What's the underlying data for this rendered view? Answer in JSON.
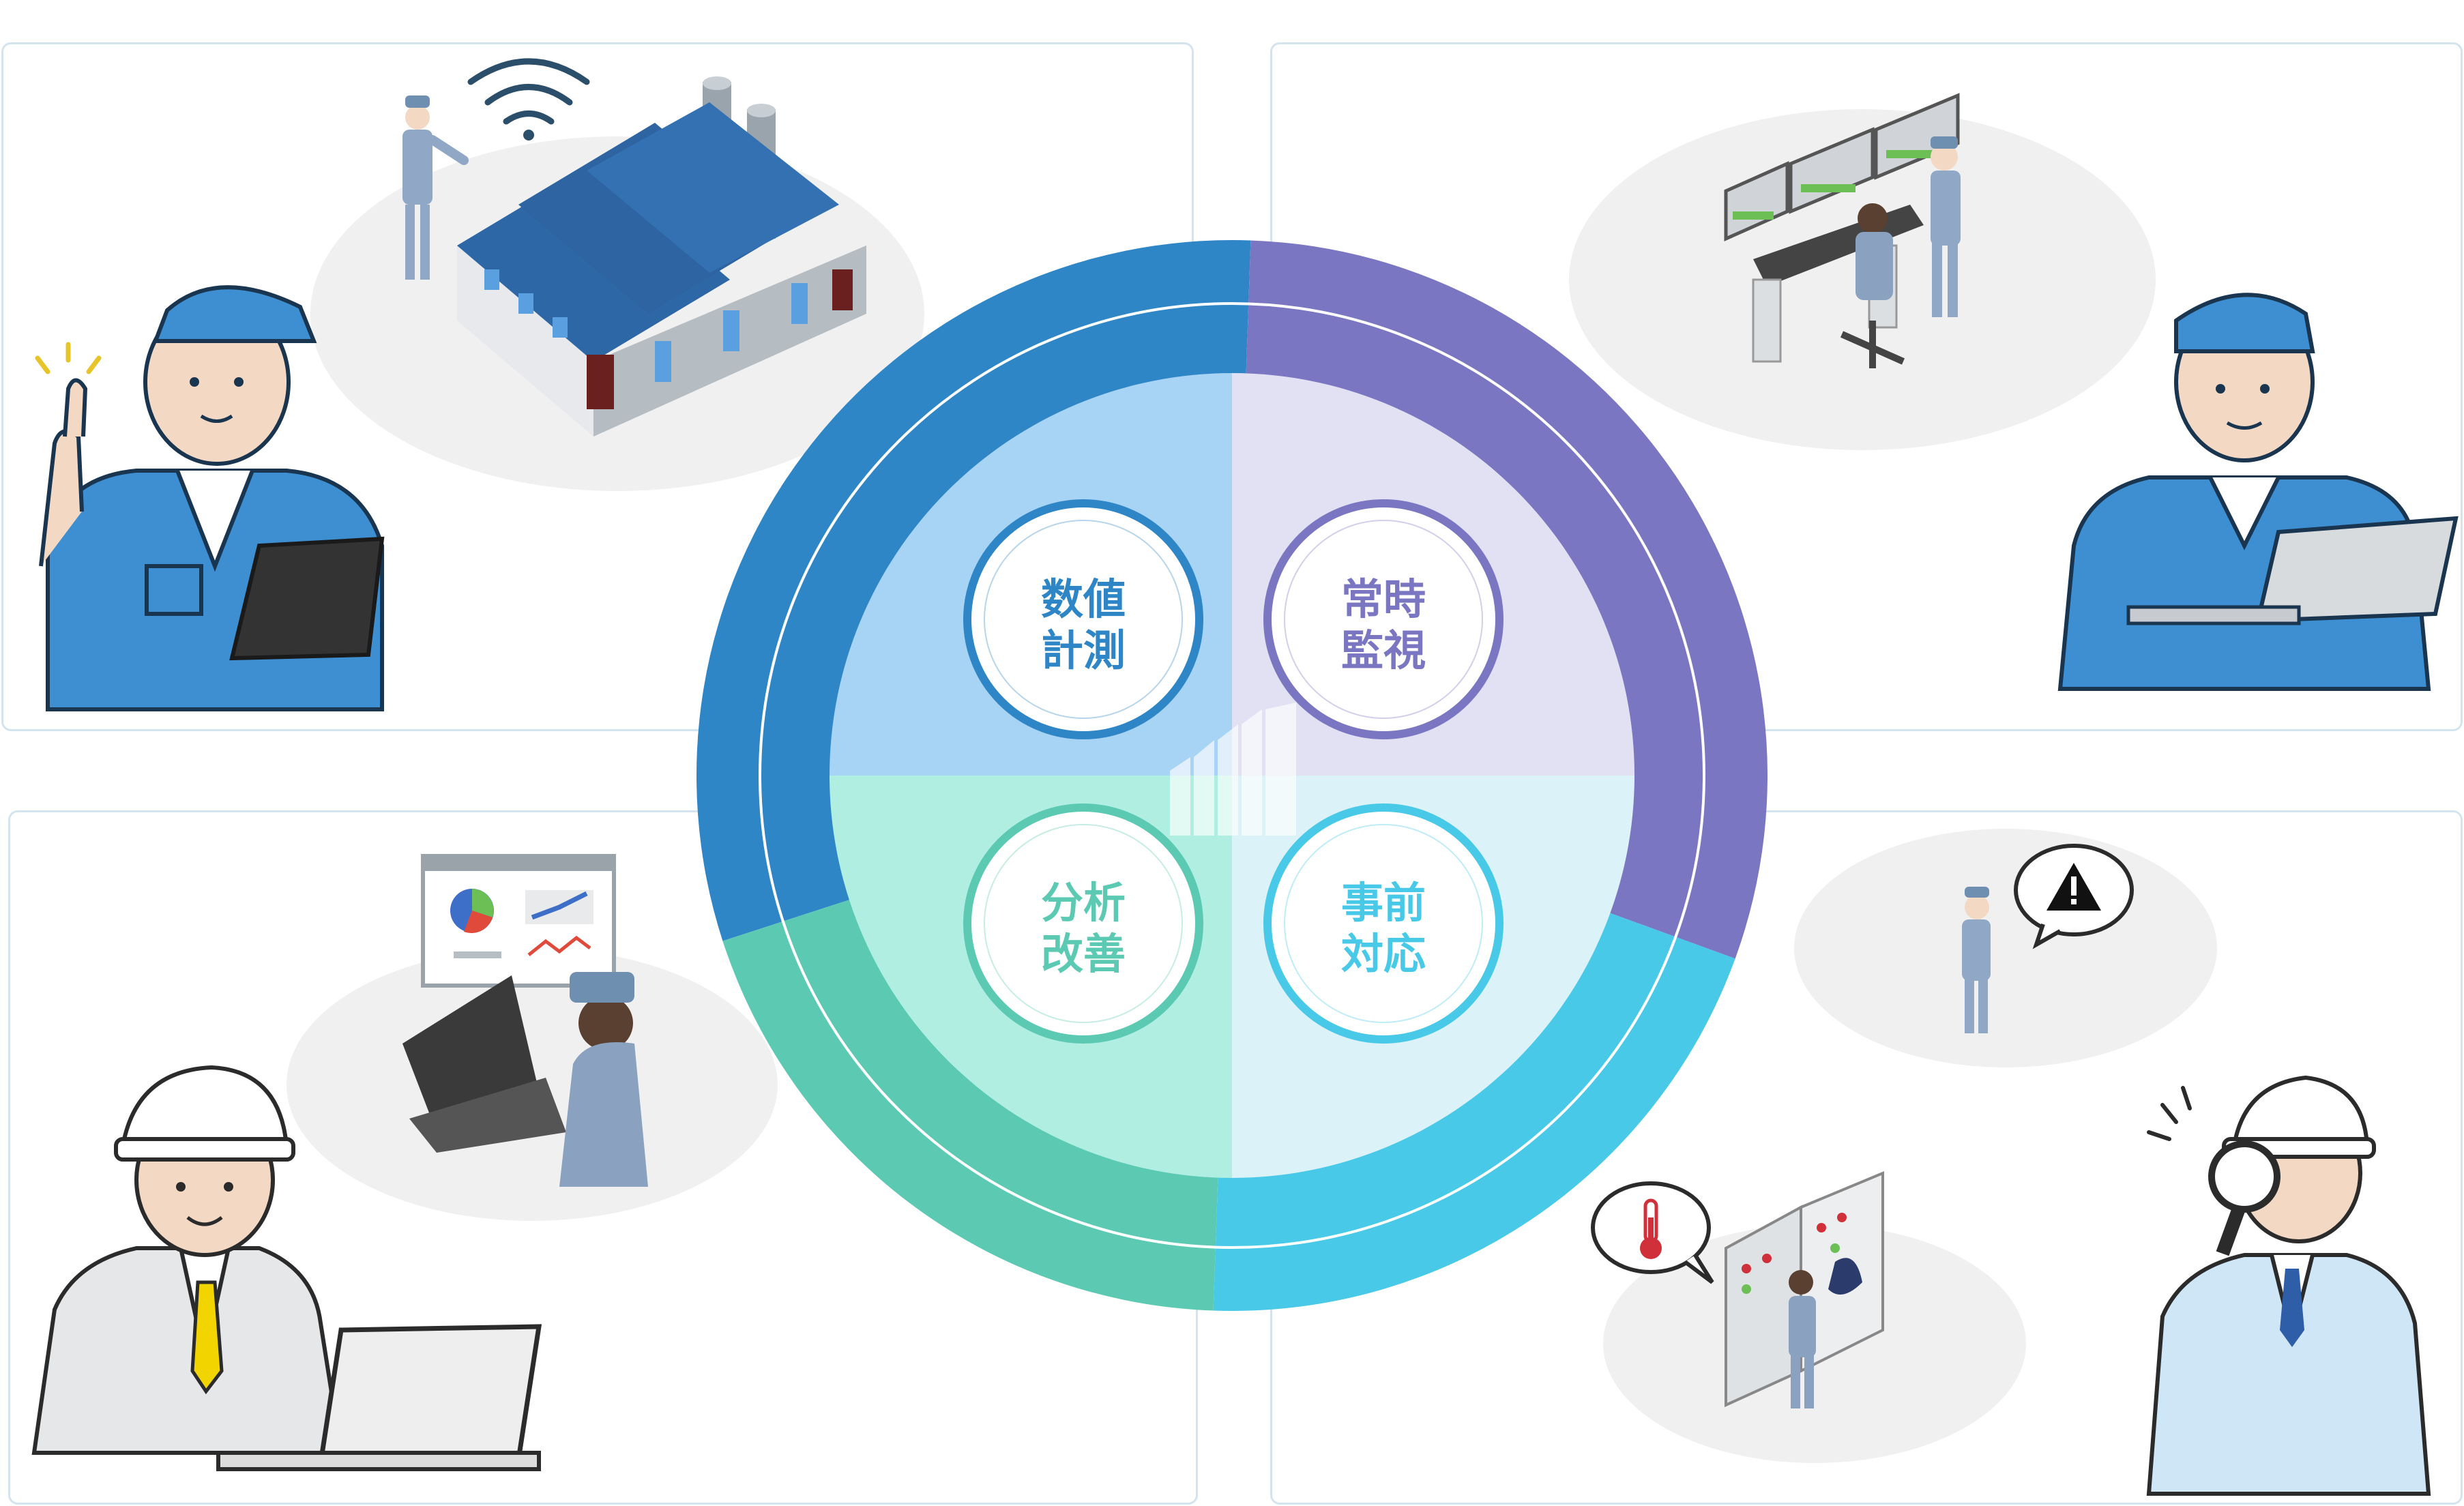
{
  "colors": {
    "measure": "#2f86c6",
    "monitor": "#7a76c2",
    "analyze": "#5ccab3",
    "prevent": "#48c9e8",
    "measure_light": "#a7d3f4",
    "monitor_light": "#e2e1f4",
    "analyze_light": "#b0eee2",
    "prevent_light": "#dbf2f9",
    "panel_border": "#d3e4ef",
    "uniform": "#3d8fd1",
    "skin": "#f3d9c4"
  },
  "cycle": {
    "quadrants": [
      {
        "key": "measure",
        "line1": "数値",
        "line2": "計測"
      },
      {
        "key": "monitor",
        "line1": "常時",
        "line2": "監視"
      },
      {
        "key": "analyze",
        "line1": "分析",
        "line2": "改善"
      },
      {
        "key": "prevent",
        "line1": "事前",
        "line2": "対応"
      }
    ],
    "center_icon": "building-logo-icon"
  },
  "scenes": {
    "top_left": [
      "worker-pointing",
      "factory-iot",
      "wifi-icon",
      "tablet-icon"
    ],
    "top_right": [
      "worker-laptop",
      "control-room"
    ],
    "bottom_left": [
      "worker-helmet-laptop",
      "data-analysis",
      "pie-chart-icon"
    ],
    "bottom_right": [
      "worker-magnifier",
      "warning-icon",
      "thermometer-icon",
      "control-panel"
    ]
  }
}
